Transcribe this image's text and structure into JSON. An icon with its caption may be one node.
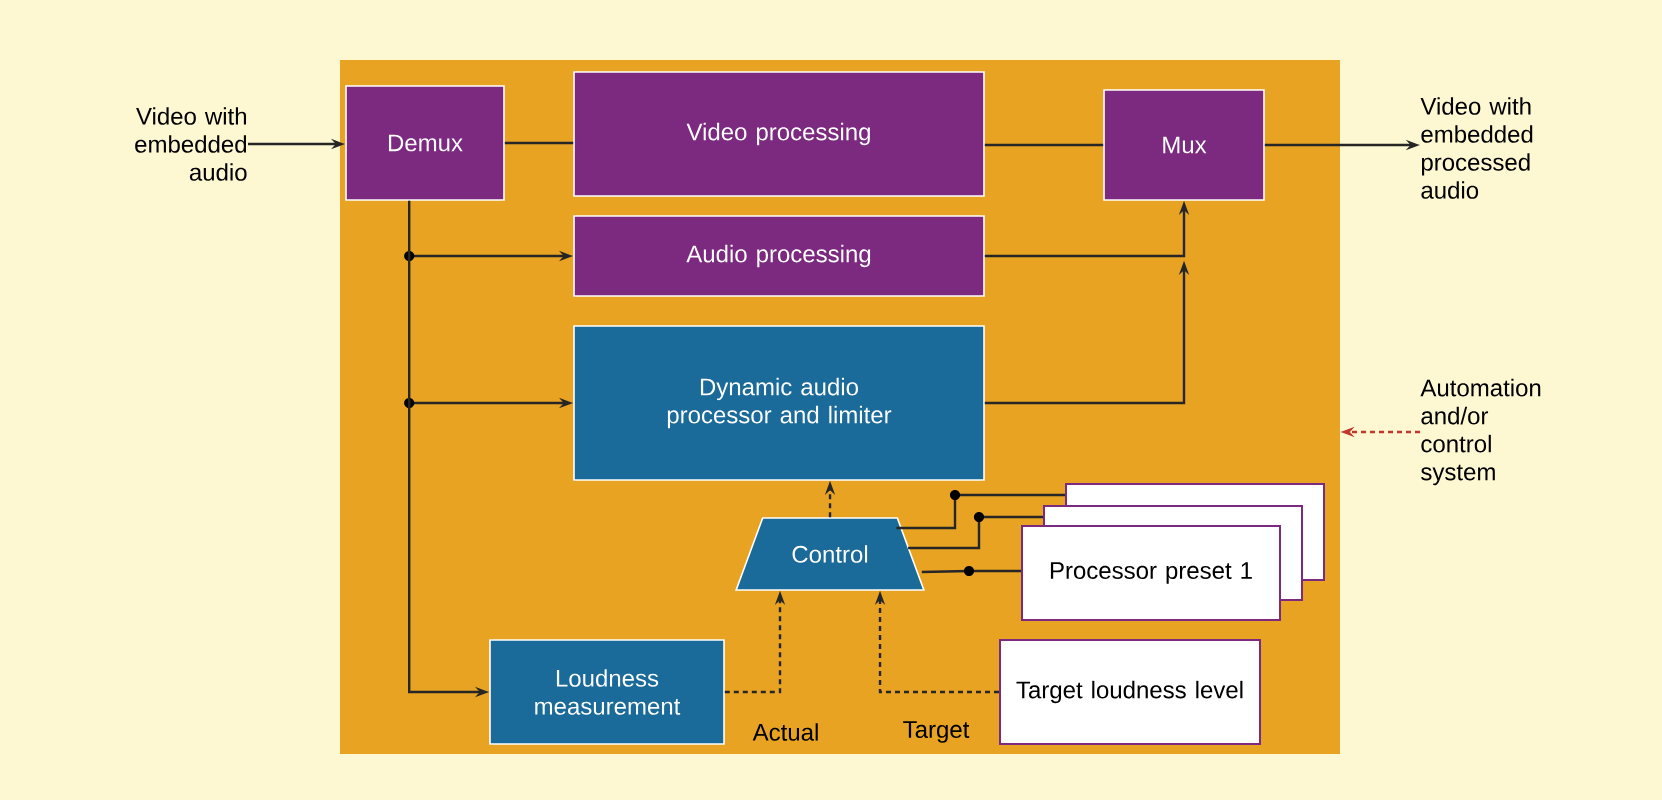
{
  "diagram": {
    "nodes": [
      {
        "text": [],
        "shape": "box"
      },
      {
        "text": [
          "Video with embedded audio"
        ]
      },
      {
        "text": [
          "Demux"
        ],
        "in": 0
      },
      {
        "text": [
          "Video processing"
        ],
        "in": 0
      },
      {
        "text": [
          "Mux"
        ],
        "in": 0
      },
      {
        "text": [
          "Video with embedded processed audio"
        ]
      },
      {
        "text": [
          "Audio processing"
        ],
        "in": 0
      },
      {
        "text": [
          "Dynamic audio processor and limiter"
        ],
        "in": 0
      },
      {
        "text": [
          "Automation and/or control system"
        ]
      },
      {
        "text": [
          "Control"
        ],
        "in": 0
      },
      {
        "text": [],
        "shape": "box",
        "in": 0
      },
      {
        "text": [],
        "shape": "box",
        "in": 0
      },
      {
        "text": [
          "Processor preset 1"
        ],
        "in": 0
      },
      {
        "text": [
          "Loudness measurement"
        ],
        "in": 0
      },
      {
        "text": [
          "Target loudness level"
        ],
        "in": 0
      }
    ],
    "edges": [
      {
        "from": 1,
        "to": 2,
        "arrow": "to"
      },
      {
        "from": 2,
        "to": 3,
        "arrow": "none"
      },
      {
        "from": 3,
        "to": 4,
        "arrow": "none"
      },
      {
        "from": 4,
        "to": 5,
        "arrow": "to"
      },
      {
        "from": 2,
        "to": 6,
        "arrow": "to"
      },
      {
        "from": 2,
        "to": 7,
        "arrow": "to"
      },
      {
        "from": 2,
        "to": 13,
        "arrow": "to"
      },
      {
        "from": 6,
        "to": 4,
        "arrow": "to"
      },
      {
        "from": 7,
        "to": 4,
        "arrow": "to"
      },
      {
        "from": 9,
        "to": 7,
        "arrow": "to",
        "style": "dashed"
      },
      {
        "from": 13,
        "to": 9,
        "arrow": "to",
        "style": "dashed",
        "label": "Actual"
      },
      {
        "from": 14,
        "to": 9,
        "arrow": "to",
        "style": "dashed",
        "label": "Target"
      },
      {
        "from": 8,
        "to": 0,
        "arrow": "to",
        "style": "dashed",
        "color": "#c0392b"
      },
      {
        "from": 10,
        "to": 9,
        "arrow": "none"
      },
      {
        "from": 11,
        "to": 9,
        "arrow": "none"
      },
      {
        "from": 12,
        "to": 9,
        "arrow": "none"
      }
    ]
  }
}
